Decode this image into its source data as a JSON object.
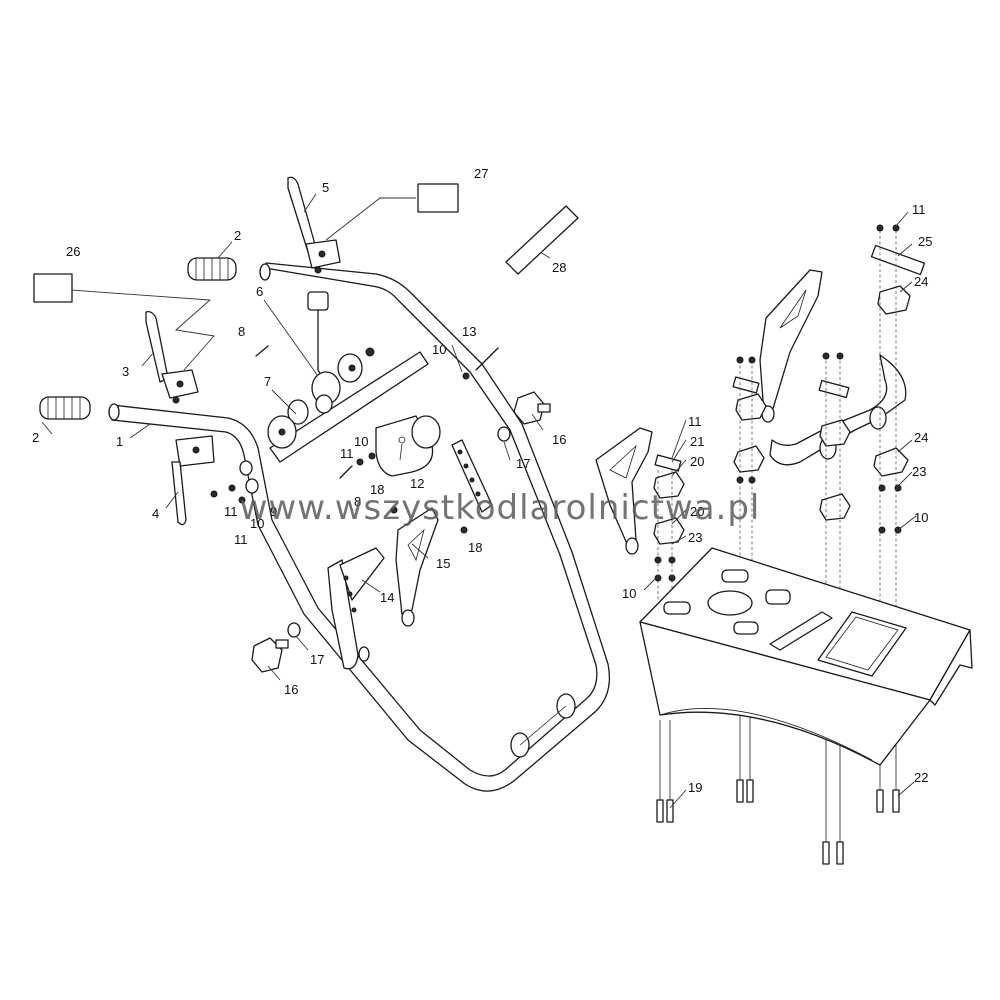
{
  "labels": {
    "l1": "1",
    "l2a": "2",
    "l2b": "2",
    "l3": "3",
    "l4": "4",
    "l5": "5",
    "l6": "6",
    "l7": "7",
    "l8a": "8",
    "l8b": "8",
    "l9": "9",
    "l10a": "10",
    "l10b": "10",
    "l10c": "10",
    "l10d": "10",
    "l10e": "10",
    "l11a": "11",
    "l11b": "11",
    "l11c": "11",
    "l11d": "11",
    "l11e": "11",
    "l12": "12",
    "l13": "13",
    "l14": "14",
    "l15": "15",
    "l16a": "16",
    "l16b": "16",
    "l17a": "17",
    "l17b": "17",
    "l18a": "18",
    "l18b": "18",
    "l19": "19",
    "l20a": "20",
    "l20b": "20",
    "l21": "21",
    "l22": "22",
    "l23a": "23",
    "l23b": "23",
    "l24a": "24",
    "l24b": "24",
    "l25": "25",
    "l26": "26",
    "l27": "27",
    "l28": "28"
  },
  "watermark": "www.wszystkodlarolnictwa.pl"
}
